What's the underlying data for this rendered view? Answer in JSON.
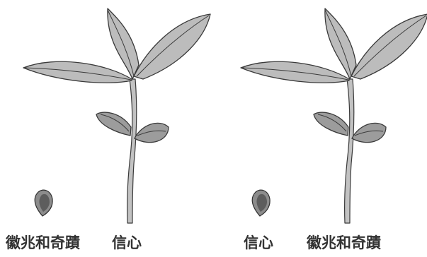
{
  "panels": [
    {
      "id": "left",
      "labels": {
        "under_seed": "徽兆和奇蹟",
        "under_plant": "信心"
      }
    },
    {
      "id": "right",
      "labels": {
        "under_seed": "信心",
        "under_plant": "徽兆和奇蹟"
      }
    }
  ],
  "colors": {
    "leaf_fill": "#bcbcbc",
    "outline": "#3a3a3a",
    "seed_fill": "#5d5d5d",
    "label_text": "#333333"
  }
}
